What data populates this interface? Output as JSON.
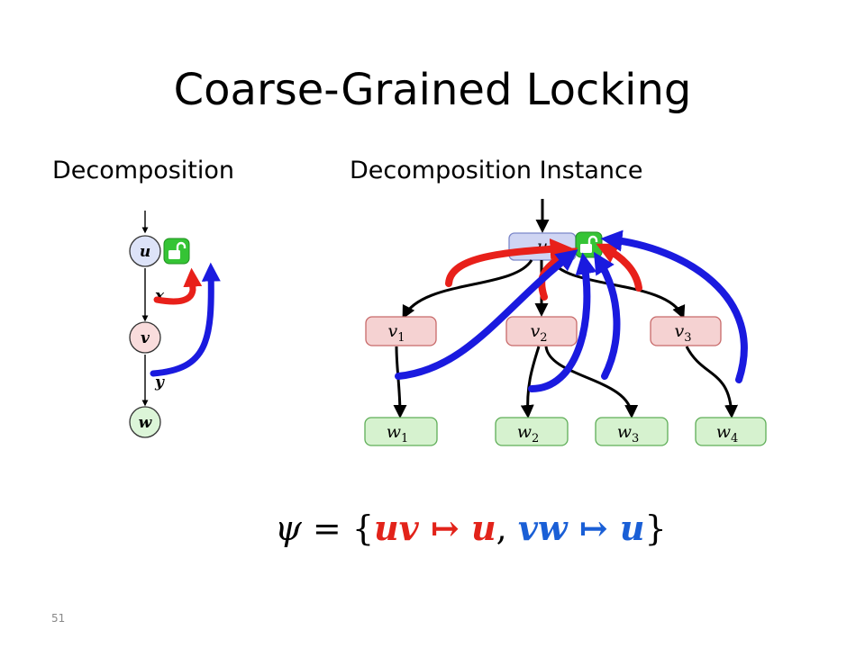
{
  "slide": {
    "title": "Coarse-Grained Locking",
    "left_heading": "Decomposition",
    "right_heading": "Decomposition Instance",
    "page_number": "51"
  },
  "left_diagram": {
    "nodes": [
      {
        "id": "u",
        "label": "u",
        "fill": "#dde3f8"
      },
      {
        "id": "v",
        "label": "v",
        "fill": "#f9dcdc"
      },
      {
        "id": "w",
        "label": "w",
        "fill": "#dcf5d8"
      }
    ],
    "edge_labels": {
      "x": "x",
      "y": "y"
    },
    "lock_icon": "unlocked-padlock-icon"
  },
  "right_diagram": {
    "root": {
      "label": "u"
    },
    "middle": [
      {
        "base": "v",
        "sub": "1"
      },
      {
        "base": "v",
        "sub": "2"
      },
      {
        "base": "v",
        "sub": "3"
      }
    ],
    "leaves": [
      {
        "base": "w",
        "sub": "1"
      },
      {
        "base": "w",
        "sub": "2"
      },
      {
        "base": "w",
        "sub": "3"
      },
      {
        "base": "w",
        "sub": "4"
      }
    ],
    "lock_icon": "unlocked-padlock-icon"
  },
  "formula": {
    "psi": "ψ",
    "equals": " = ",
    "open": "{",
    "left_pair": "uv ↦ u",
    "comma": ", ",
    "right_pair": "vw ↦ u",
    "close": "}"
  },
  "colors": {
    "red_arc": "#e8201a",
    "blue_arc": "#1a1adf",
    "lock_green": "#35c435",
    "node_blue": "#dde3f8",
    "node_red": "#f9dcdc",
    "node_green": "#dcf5d8"
  }
}
